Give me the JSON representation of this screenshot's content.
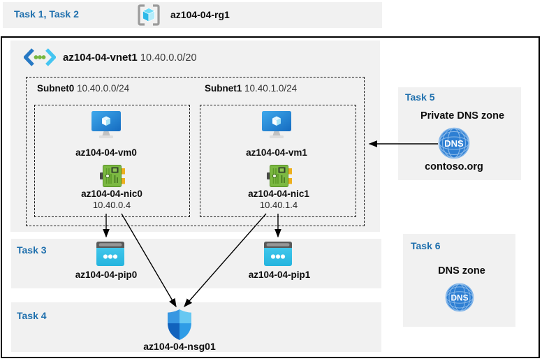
{
  "header": {
    "tasks": "Task 1, Task 2",
    "resource_group": "az104-04-rg1"
  },
  "vnet": {
    "name": "az104-04-vnet1",
    "cidr": "10.40.0.0/20"
  },
  "subnets": {
    "subnet0": {
      "name": "Subnet0",
      "cidr": "10.40.0.0/24",
      "vm_name": "az104-04-vm0",
      "nic_name": "az104-04-nic0",
      "nic_ip": "10.40.0.4"
    },
    "subnet1": {
      "name": "Subnet1",
      "cidr": "10.40.1.0/24",
      "vm_name": "az104-04-vm1",
      "nic_name": "az104-04-nic1",
      "nic_ip": "10.40.1.4"
    }
  },
  "task3": {
    "label": "Task 3",
    "pip0_name": "az104-04-pip0",
    "pip1_name": "az104-04-pip1"
  },
  "task4": {
    "label": "Task 4",
    "nsg_name": "az104-04-nsg01"
  },
  "task5": {
    "label": "Task 5",
    "title": "Private DNS zone",
    "zone_name": "contoso.org",
    "icon_text": "DNS"
  },
  "task6": {
    "label": "Task 6",
    "title": "DNS zone",
    "icon_text": "DNS"
  },
  "connections": [
    {
      "from": "az104-04-nic0",
      "to": "az104-04-pip0"
    },
    {
      "from": "az104-04-nic1",
      "to": "az104-04-pip1"
    },
    {
      "from": "az104-04-nic0",
      "to": "az104-04-nsg01"
    },
    {
      "from": "az104-04-nic1",
      "to": "az104-04-nsg01"
    },
    {
      "from": "contoso.org private DNS zone",
      "to": "az104-04-vnet1"
    }
  ],
  "icons": {
    "resource_group": "bracketed-cube",
    "vnet": "chevrons-with-dots",
    "vm": "monitor-with-cube",
    "nic": "green-network-card",
    "pip": "cyan-browser-window",
    "nsg": "blue-shield",
    "dns": "blue-globe-dns"
  },
  "colors": {
    "task_label_blue": "#1e6fad",
    "panel_gray": "#f1f1f1",
    "border_black": "#000000",
    "vm_blue": "#2188d8",
    "nic_green": "#7cb942",
    "pip_cyan": "#35c2e7",
    "dns_blue": "#2e7fd3",
    "nsg_blues": [
      "#3897e2",
      "#67c8f2",
      "#1162bd",
      "#2f9ce6"
    ]
  }
}
